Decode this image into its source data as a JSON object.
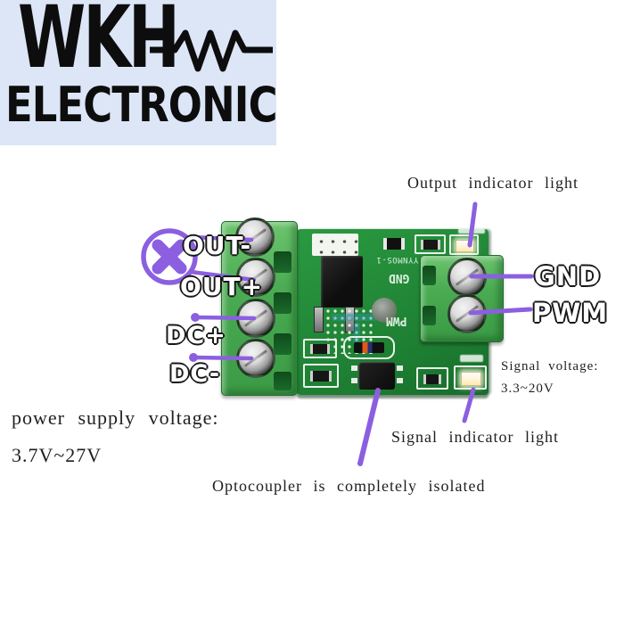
{
  "logo": {
    "brand": "WKH",
    "subtitle": "ELECTRONIC"
  },
  "board": {
    "silkscreen": {
      "model": "YYNMOS-1",
      "gnd": "GND",
      "pwm": "PWM"
    }
  },
  "pins": {
    "out_minus": "OUT-",
    "out_plus": "OUT+",
    "dc_plus": "DC+",
    "dc_minus": "DC-",
    "gnd": "GND",
    "pwm": "PWM"
  },
  "callouts": {
    "output_light": "Output indicator light",
    "signal_voltage_title": "Signal voltage:",
    "signal_voltage_range": "3.3~20V",
    "signal_light": "Signal indicator light",
    "optocoupler": "Optocoupler is completely isolated",
    "power_supply_title": "power supply voltage:",
    "power_supply_range": "3.7V~27V"
  },
  "colors": {
    "annotation_purple": "#8b5fe0",
    "pcb_green": "#1d7e32",
    "terminal_green": "#4aab52",
    "logo_background": "#dce6f7"
  }
}
